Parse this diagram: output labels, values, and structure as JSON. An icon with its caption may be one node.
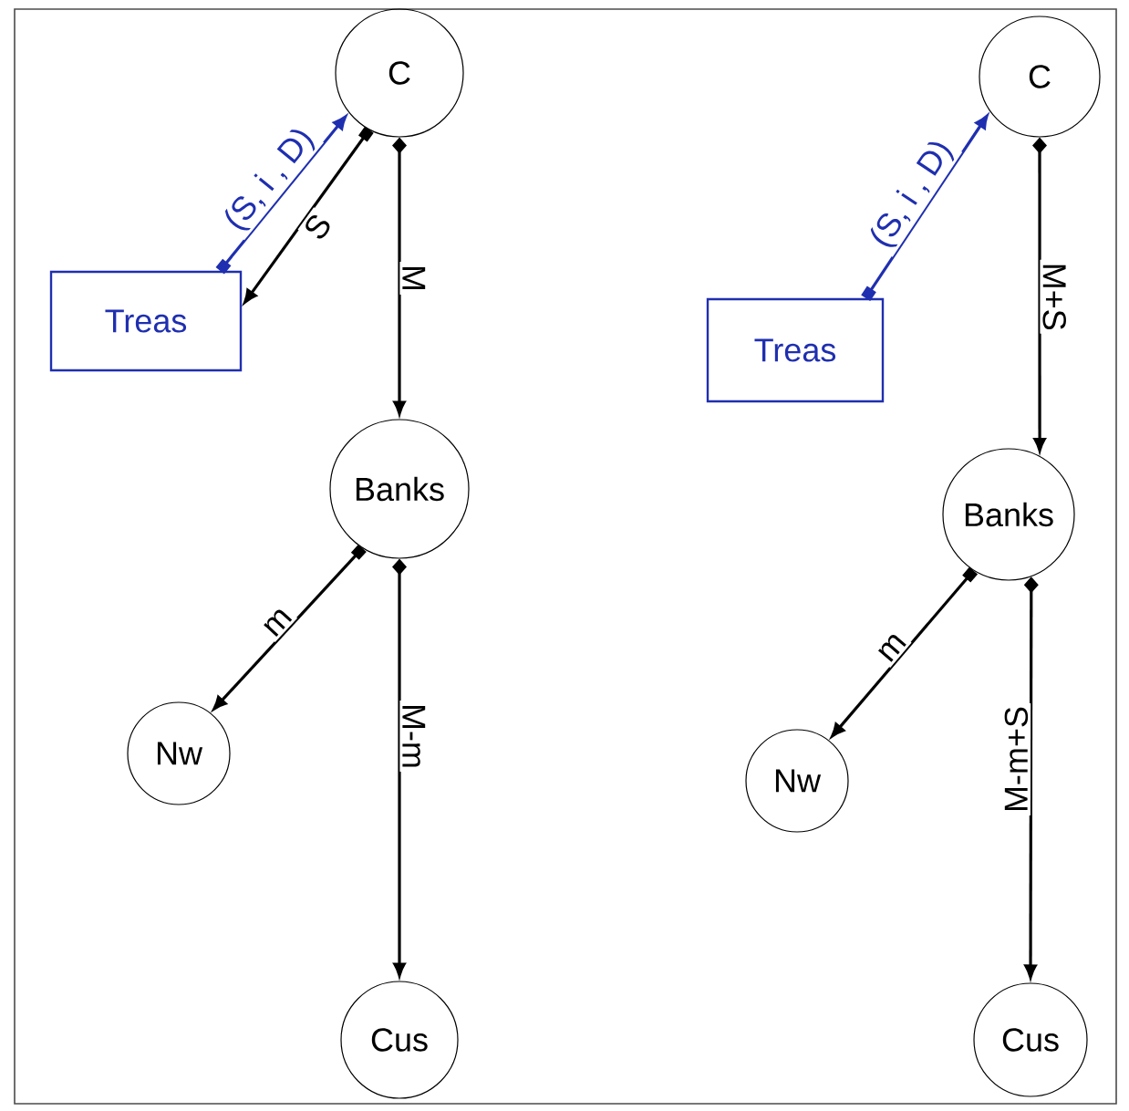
{
  "diagram": {
    "nodes": [
      {
        "text": [
          "C"
        ]
      },
      {
        "text": [
          "Treas"
        ]
      },
      {
        "text": [
          "Banks"
        ]
      },
      {
        "text": [
          "Nw"
        ]
      },
      {
        "text": [
          "Cus"
        ]
      },
      {
        "text": [
          "C"
        ]
      },
      {
        "text": [
          "Treas"
        ]
      },
      {
        "text": [
          "Banks"
        ]
      },
      {
        "text": [
          "Nw"
        ]
      },
      {
        "text": [
          "Cus"
        ]
      }
    ],
    "edges": [
      {
        "from": 1,
        "to": 0,
        "arrow": "to",
        "label": "(S, i , D)",
        "color": "#1f2fb0"
      },
      {
        "from": 0,
        "to": 1,
        "arrow": "to",
        "label": "S"
      },
      {
        "from": 0,
        "to": 2,
        "arrow": "to",
        "label": "M"
      },
      {
        "from": 2,
        "to": 3,
        "arrow": "to",
        "label": "m"
      },
      {
        "from": 2,
        "to": 4,
        "arrow": "to",
        "label": "M-m"
      },
      {
        "from": 6,
        "to": 5,
        "arrow": "to",
        "label": "(S, i , D)",
        "color": "#1f2fb0"
      },
      {
        "from": 5,
        "to": 7,
        "arrow": "to",
        "label": "M+S"
      },
      {
        "from": 7,
        "to": 8,
        "arrow": "to",
        "label": "m"
      },
      {
        "from": 7,
        "to": 9,
        "arrow": "to",
        "label": "M-m+S"
      }
    ]
  }
}
